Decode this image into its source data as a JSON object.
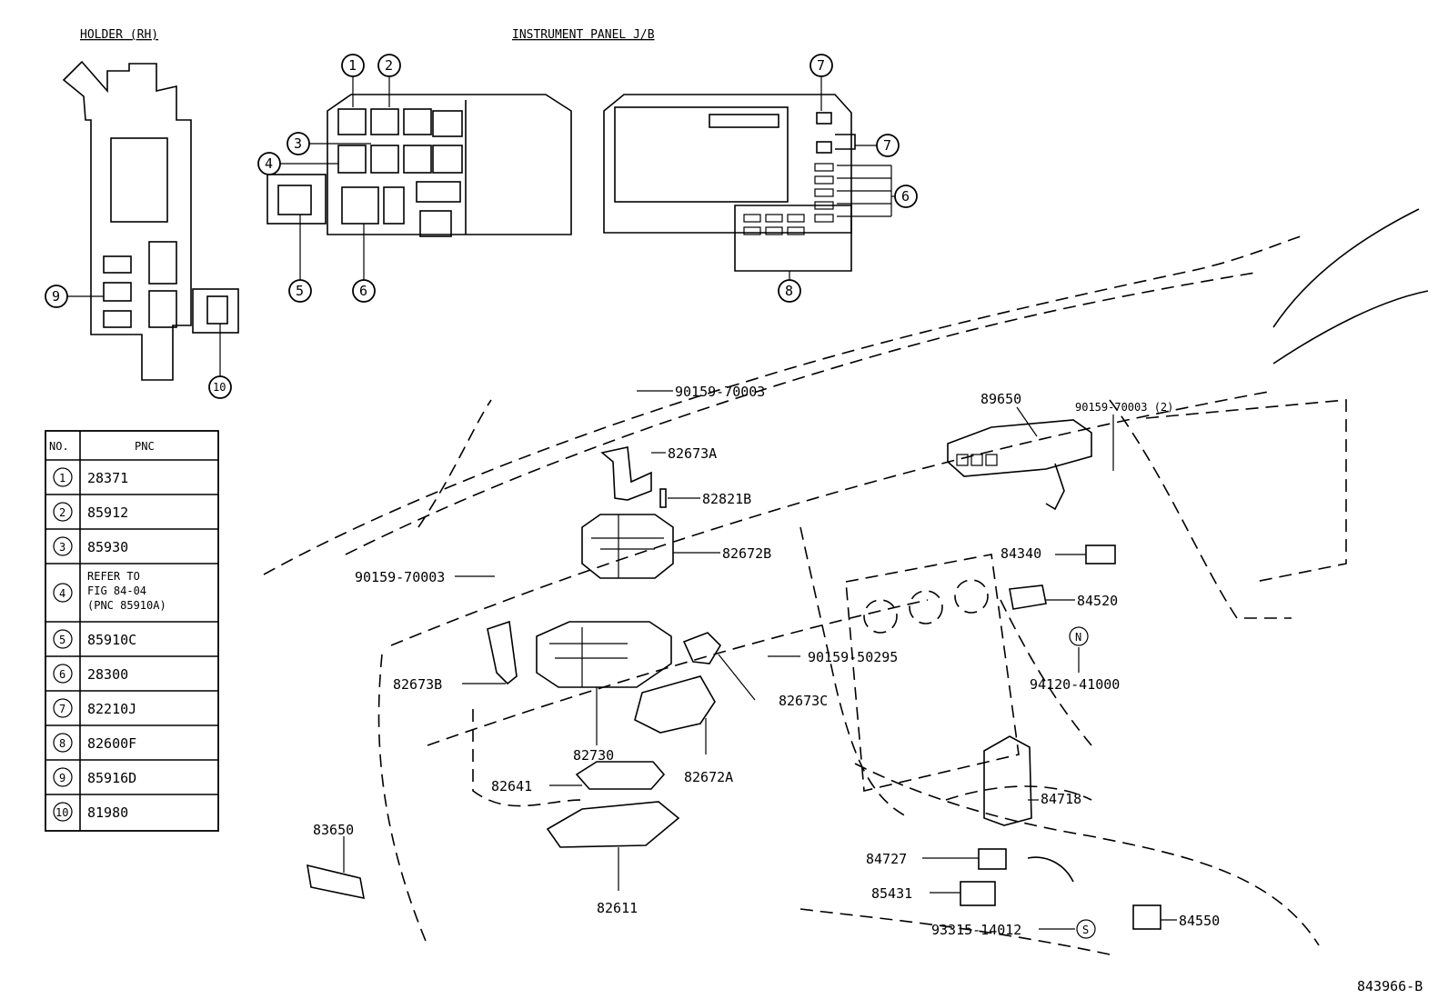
{
  "headers": {
    "holder": "HOLDER (RH)",
    "junction_block": "INSTRUMENT PANEL J/B"
  },
  "table": {
    "col_no": "NO.",
    "col_pnc": "PNC",
    "rows": [
      {
        "no": "1",
        "pnc": "28371"
      },
      {
        "no": "2",
        "pnc": "85912"
      },
      {
        "no": "3",
        "pnc": "85930"
      },
      {
        "no": "4",
        "pnc_lines": [
          "REFER TO",
          "FIG 84-04",
          "(PNC 85910A)"
        ]
      },
      {
        "no": "5",
        "pnc": "85910C"
      },
      {
        "no": "6",
        "pnc": "28300"
      },
      {
        "no": "7",
        "pnc": "82210J"
      },
      {
        "no": "8",
        "pnc": "82600F"
      },
      {
        "no": "9",
        "pnc": "85916D"
      },
      {
        "no": "10",
        "pnc": "81980"
      }
    ]
  },
  "callouts": {
    "c1": "1",
    "c2": "2",
    "c3": "3",
    "c4": "4",
    "c5": "5",
    "c6": "6",
    "c7a": "7",
    "c7b": "7",
    "c6b": "6",
    "c8": "8",
    "c9": "9",
    "c10": "10"
  },
  "parts": {
    "bolt_top": "90159-70003",
    "p82673A": "82673A",
    "p82821B": "82821B",
    "p82672B": "82672B",
    "bolt_left": "90159-70003",
    "p82673B": "82673B",
    "p82730": "82730",
    "p82641": "82641",
    "p82672A": "82672A",
    "p82611": "82611",
    "p83650": "83650",
    "screw": "90159-50295",
    "p82673C": "82673C",
    "p89650": "89650",
    "bolt_right": "90159-70003 (2)",
    "p84340": "84340",
    "p84520": "84520",
    "n_symbol": "N",
    "p94120": "94120-41000",
    "p84718": "84718",
    "p84727": "84727",
    "p85431": "85431",
    "p93315": "93315-14012",
    "s_symbol": "S",
    "p84550": "84550"
  },
  "figure_id": "843966-B"
}
